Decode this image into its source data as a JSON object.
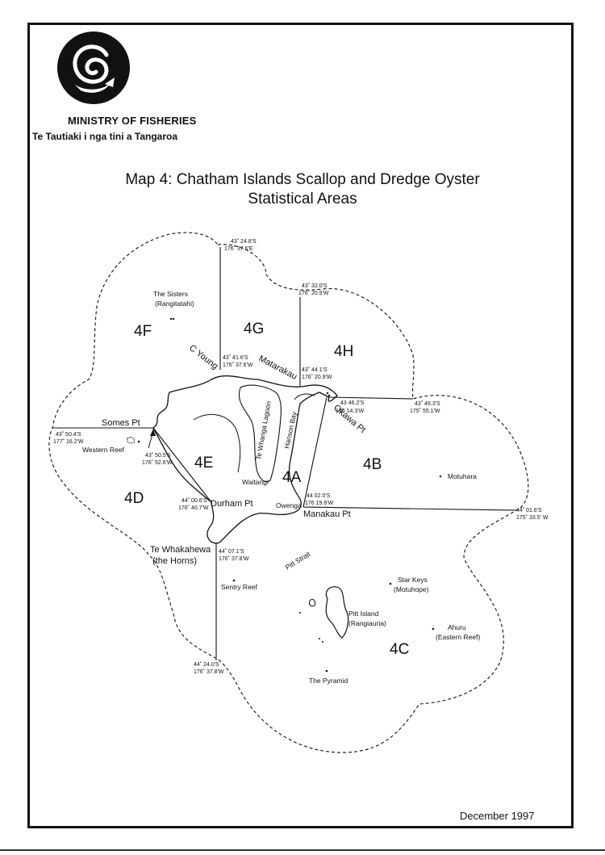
{
  "org": {
    "name": "MINISTRY OF FISHERIES",
    "tagline": "Te Tautiaki i nga tini a Tangaroa"
  },
  "title": {
    "line1": "Map 4: Chatham Islands Scallop and Dredge Oyster",
    "line2": "Statistical Areas"
  },
  "date": "December 1997",
  "areas": [
    "4A",
    "4B",
    "4C",
    "4D",
    "4E",
    "4F",
    "4G",
    "4H"
  ],
  "places": {
    "somes_pt": "Somes Pt",
    "durham_pt": "Durham Pt",
    "manakau_pt": "Manakau Pt",
    "okawa_pt": "Okawa Pt",
    "c_young": "C Young",
    "matarakau": "Matarakau",
    "te_whanga_lagoon": "Te Whanga Lagoon",
    "hanson_bay": "Hanson Bay",
    "waitangi": "Waitangi",
    "owenga": "Owenga",
    "pitt_strait": "Pitt Strait"
  },
  "features": {
    "the_sisters": "The Sisters",
    "rangitatahi": "(Rangitatahi)",
    "western_reef": "Western Reef",
    "motuhara": "Motuhara",
    "te_whakahewa": "Te Whakahewa",
    "the_horns": "(the Horns)",
    "sentry_reef": "Sentry Reef",
    "star_keys": "Star Keys",
    "motuhope": "(Motuhope)",
    "pitt_island": "Pitt Island",
    "rangiauria": "(Rangiauria)",
    "ahuru": "Ahuru",
    "eastern_reef": "(Eastern Reef)",
    "the_pyramid": "The Pyramid"
  },
  "coords": {
    "n_lat": "43˚ 24.8'S",
    "n_lon": "176˚ 37.6'E",
    "ne_lat": "43˚ 32.0'S",
    "ne_lon": "176˚ 20.9'W",
    "cy_lat": "43˚ 41.6'S",
    "cy_lon": "176˚ 37.6'W",
    "mt_lat": "43˚ 44.1'S",
    "mt_lon": "176˚ 20.9'W",
    "ok_lat": "43   46.2'S",
    "ok_lon": "176   14.3'W",
    "e_lat": "43˚ 46.3'S",
    "e_lon": "175˚ 55.1'W",
    "w_lat": "43˚ 50.4'S",
    "w_lon": "177˚ 16.2'W",
    "sp_lat": "43˚ 50.5'S",
    "sp_lon": "176˚ 52.6'W",
    "dp_lat": "44˚ 00.6'S",
    "dp_lon": "176˚ 40.7'W",
    "mk_lat": "44   02.0'S",
    "mk_lon": "176   19.6'W",
    "se_lat": "44˚ 01.6'S",
    "se_lon": "175˚ 33.5' W",
    "s1_lat": "44˚ 07.1'S",
    "s1_lon": "176˚ 37.8'W",
    "s2_lat": "44˚ 24.0'S",
    "s2_lon": "176˚ 37.8'W"
  }
}
